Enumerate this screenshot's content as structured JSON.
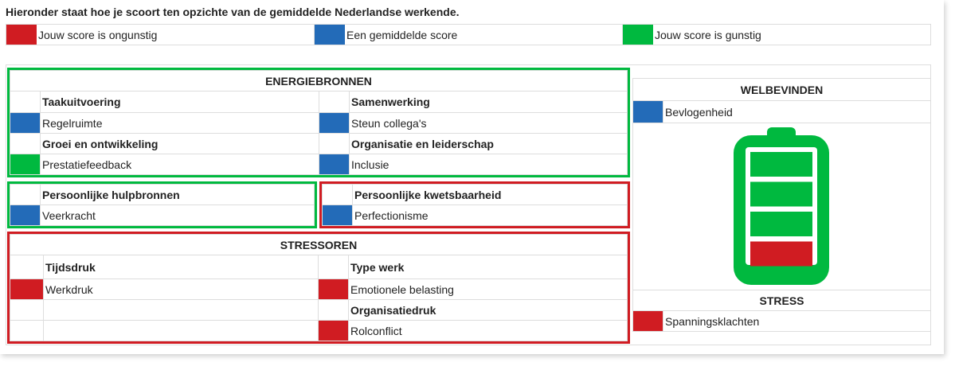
{
  "title": "Hieronder staat hoe je scoort ten opzichte van de gemiddelde Nederlandse werkende.",
  "colors": {
    "red": "#d01c22",
    "blue": "#236bb8",
    "green": "#00b93f"
  },
  "legend": [
    {
      "color": "red",
      "label": "Jouw score is ongunstig"
    },
    {
      "color": "blue",
      "label": "Een gemiddelde score"
    },
    {
      "color": "green",
      "label": "Jouw score is gunstig"
    }
  ],
  "energiebronnen": {
    "title": "ENERGIEBRONNEN",
    "groups": [
      {
        "label": "Taakuitvoering",
        "items": [
          {
            "label": "Regelruimte",
            "score": "blue"
          }
        ]
      },
      {
        "label": "Samenwerking",
        "items": [
          {
            "label": "Steun collega's",
            "score": "blue"
          }
        ]
      },
      {
        "label": "Groei en ontwikkeling",
        "items": [
          {
            "label": "Prestatiefeedback",
            "score": "green"
          }
        ]
      },
      {
        "label": "Organisatie en leiderschap",
        "items": [
          {
            "label": "Inclusie",
            "score": "blue"
          }
        ]
      }
    ]
  },
  "hulpbronnen": {
    "label": "Persoonlijke hulpbronnen",
    "item": "Veerkracht",
    "score": "blue"
  },
  "kwetsbaarheid": {
    "label": "Persoonlijke kwetsbaarheid",
    "item": "Perfectionisme",
    "score": "blue"
  },
  "stressoren": {
    "title": "STRESSOREN",
    "left_group": "Tijdsdruk",
    "left_item": "Werkdruk",
    "right_group1": "Type werk",
    "right_item1": "Emotionele belasting",
    "right_group2": "Organisatiedruk",
    "right_item2": "Rolconflict"
  },
  "welbevinden": {
    "title": "WELBEVINDEN",
    "item": "Bevlogenheid",
    "score": "blue"
  },
  "battery": {
    "segments": [
      "green",
      "green",
      "green",
      "red"
    ]
  },
  "stress": {
    "title": "STRESS",
    "item": "Spanningsklachten",
    "score": "red"
  }
}
